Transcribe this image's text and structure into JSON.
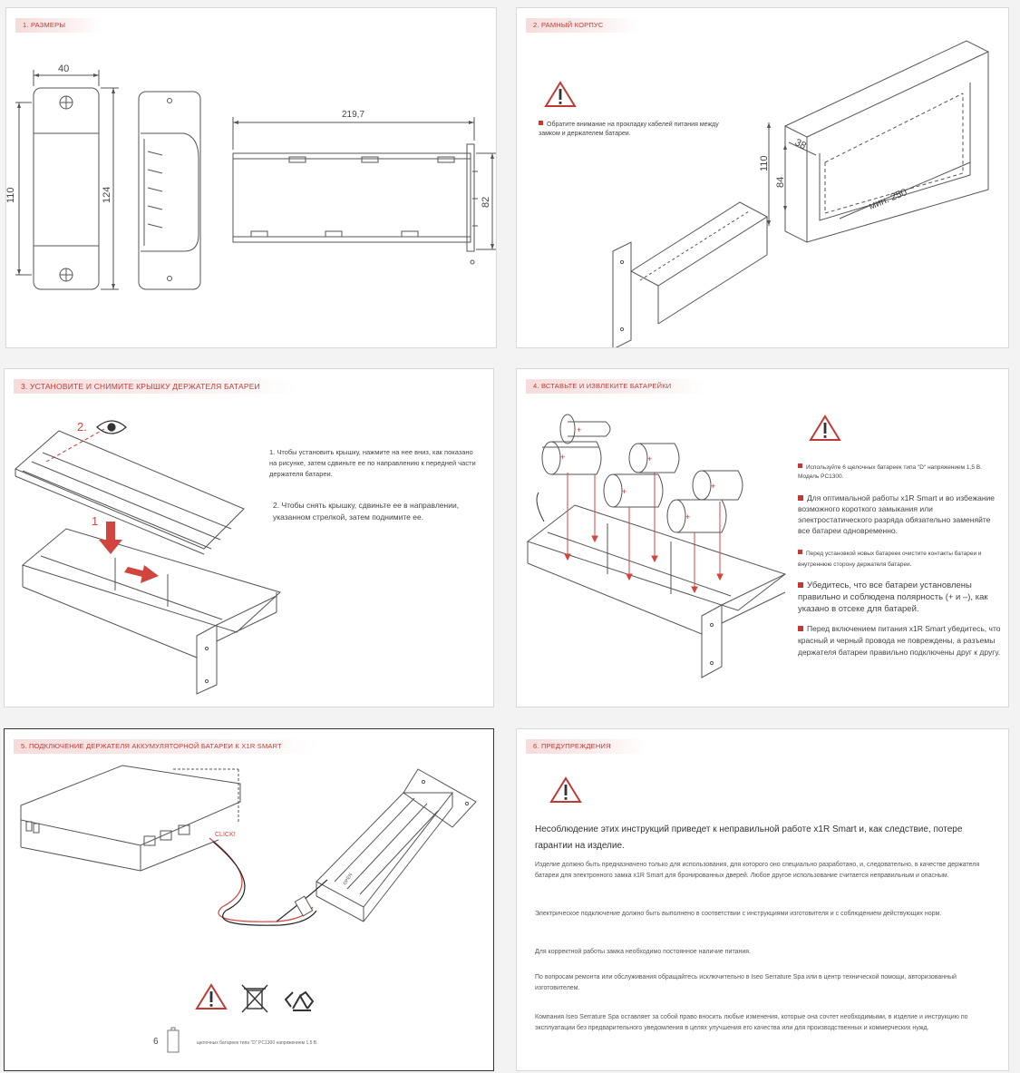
{
  "sections": {
    "s1": {
      "title": "1. РАЗМЕРЫ",
      "dims": {
        "width": "40",
        "height_inner": "110",
        "height_outer": "124",
        "length": "219,7",
        "depth": "82"
      }
    },
    "s2": {
      "title": "2. РАМНЫЙ КОРПУС",
      "note": "Обратите внимание на прокладку кабелей питания между замком и держателем батареи.",
      "dims": {
        "h1": "110",
        "h2": "84",
        "w": "38",
        "len": "мин. 250"
      }
    },
    "s3": {
      "title": "3. УСТАНОВИТЕ И СНИМИТЕ КРЫШКУ ДЕРЖАТЕЛЯ БАТАРЕИ",
      "step1": "1",
      "step2": "2.",
      "instr1": "1. Чтобы установить крышку, нажмите на нее вниз, как показано на рисунке, затем сдвиньте ее по направлению к передней части держателя батареи.",
      "instr2": "2. Чтобы снять крышку, сдвиньте ее в направлении, указанном стрелкой, затем поднимите ее."
    },
    "s4": {
      "title": "4. ВСТАВЬТЕ И ИЗВЛЕКИТЕ БАТАРЕЙКИ",
      "notes": [
        "Используйте 6 щелочных батареек типа \"D\" напряжением 1,5 В. Модель PC1300.",
        "Для оптимальной работы x1R Smart и во избежание возможного короткого замыкания или электростатического разряда обязательно заменяйте все батареи одновременно.",
        "Перед установкой новых батареек очистите контакты батареи и внутреннюю сторону держателя батареи.",
        "Убедитесь, что все батареи установлены правильно и соблюдена полярность (+ и –), как указано в отсеке для батарей.",
        "Перед включением питания x1R Smart убедитесь, что красный и черный провода не повреждены, а разъемы держателя батареи правильно подключены друг к другу."
      ]
    },
    "s5": {
      "title": "5. ПОДКЛЮЧЕНИЕ ДЕРЖАТЕЛЯ АККУМУЛЯТОРНОЙ БАТАРЕИ К X1R SMART",
      "click": "CLICK!",
      "open": "OPEN",
      "battery_count": "6",
      "battery_text": "щелочных батареек типа \"D\" PC1300 напряжением 1,5 В."
    },
    "s6": {
      "title": "6. ПРЕДУПРЕЖДЕНИЯ",
      "items": [
        "Несоблюдение этих инструкций приведет к неправильной работе x1R Smart и, как следствие, потере гарантии на изделие.",
        "Изделие должно быть предназначено только для использования, для которого оно специально разработано, и, следовательно, в качестве держателя батареи для электронного замка x1R Smart для бронированных дверей. Любое другое использование считается неправильным и опасным.",
        "Электрическое подключение должно быть выполнено в соответствии с инструкциями изготовителя и с соблюдением действующих норм.",
        "Для корректной работы замка необходимо постоянное наличие питания.",
        "По вопросам ремонта или обслуживания обращайтесь исключительно в Iseo Serrature Spa или в центр технической помощи, авторизованный изготовителем.",
        "Компания Iseo Serrature Spa оставляет за собой право вносить любые изменения, которые она сочтет необходимыми, в изделие и инструкцию по эксплуатации без предварительного уведомления в целях улучшения его качества или для производственных и коммерческих нужд."
      ]
    }
  },
  "colors": {
    "accent": "#c03a35",
    "line": "#555555"
  },
  "icons": [
    "warning-triangle-icon",
    "eye-icon",
    "weee-bin-icon",
    "recycle-icon",
    "battery-icon"
  ]
}
